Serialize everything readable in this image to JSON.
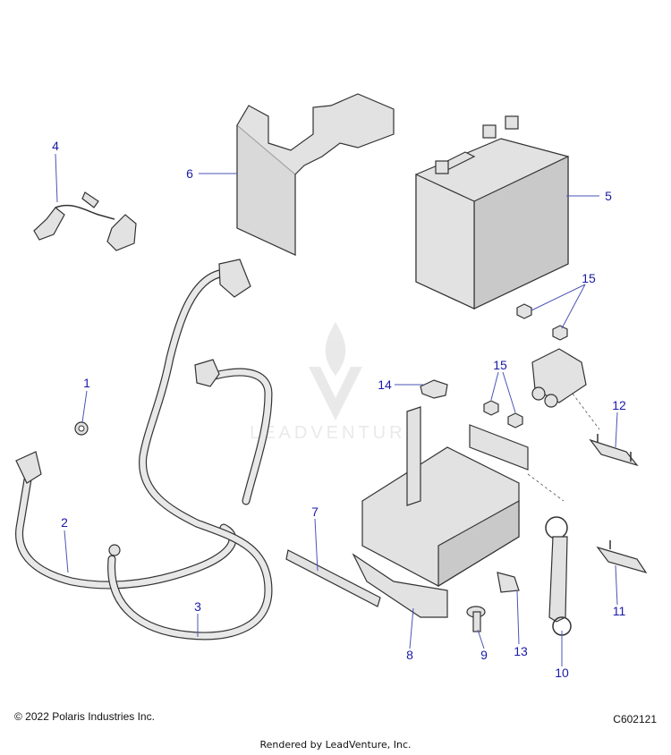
{
  "callouts": [
    {
      "id": "1",
      "label": "1"
    },
    {
      "id": "2",
      "label": "2"
    },
    {
      "id": "3",
      "label": "3"
    },
    {
      "id": "4",
      "label": "4"
    },
    {
      "id": "5",
      "label": "5"
    },
    {
      "id": "6",
      "label": "6"
    },
    {
      "id": "7",
      "label": "7"
    },
    {
      "id": "8",
      "label": "8"
    },
    {
      "id": "9",
      "label": "9"
    },
    {
      "id": "10",
      "label": "10"
    },
    {
      "id": "11",
      "label": "11"
    },
    {
      "id": "12",
      "label": "12"
    },
    {
      "id": "13",
      "label": "13"
    },
    {
      "id": "14",
      "label": "14"
    },
    {
      "id": "15a",
      "label": "15"
    },
    {
      "id": "15b",
      "label": "15"
    }
  ],
  "watermark": {
    "text": "LEADVENTURE"
  },
  "footer": {
    "copyright": "© 2022 Polaris Industries Inc.",
    "diagram_code": "C602121",
    "rendered_by": "Rendered by LeadVenture, Inc."
  },
  "colors": {
    "callout": "#1a1aa8",
    "leader": "#4a55b5",
    "part_fill": "#e2e2e2"
  }
}
